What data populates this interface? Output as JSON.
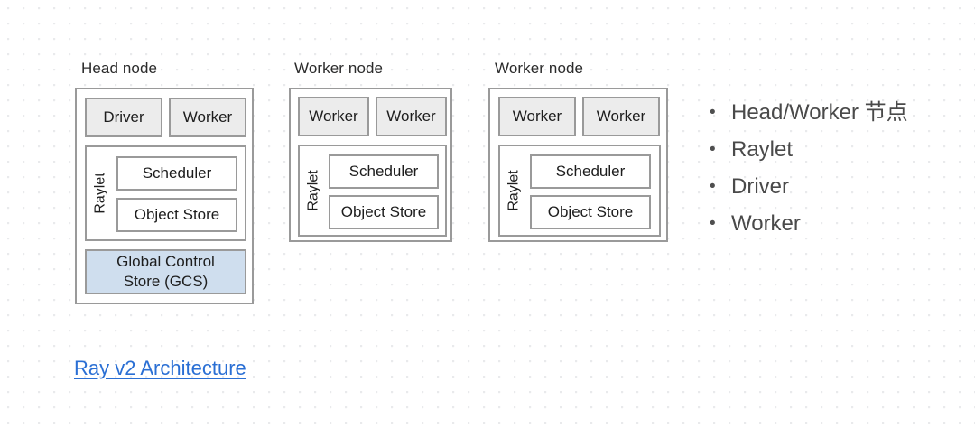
{
  "slide": {
    "background_color": "#ffffff",
    "grid_dot_color": "#e9eaec"
  },
  "diagram": {
    "nodes": [
      {
        "title": "Head node",
        "processes": [
          "Driver",
          "Worker"
        ],
        "raylet": {
          "label": "Raylet",
          "components": [
            "Scheduler",
            "Object Store"
          ]
        },
        "gcs": {
          "line1": "Global Control",
          "line2": "Store (GCS)",
          "fill_color": "#cfdeee"
        }
      },
      {
        "title": "Worker node",
        "processes": [
          "Worker",
          "Worker"
        ],
        "raylet": {
          "label": "Raylet",
          "components": [
            "Scheduler",
            "Object Store"
          ]
        },
        "gcs": null
      },
      {
        "title": "Worker node",
        "processes": [
          "Worker",
          "Worker"
        ],
        "raylet": {
          "label": "Raylet",
          "components": [
            "Scheduler",
            "Object Store"
          ]
        },
        "gcs": null
      }
    ],
    "process_fill_color": "#ececec",
    "border_color": "#9a9a9a"
  },
  "bullets": {
    "marker": "•",
    "items": [
      "Head/Worker 节点",
      "Raylet",
      "Driver",
      "Worker"
    ],
    "text_color": "#4a4a4a"
  },
  "footer": {
    "link_text": "Ray v2 Architecture",
    "link_color": "#2a6fd4"
  }
}
